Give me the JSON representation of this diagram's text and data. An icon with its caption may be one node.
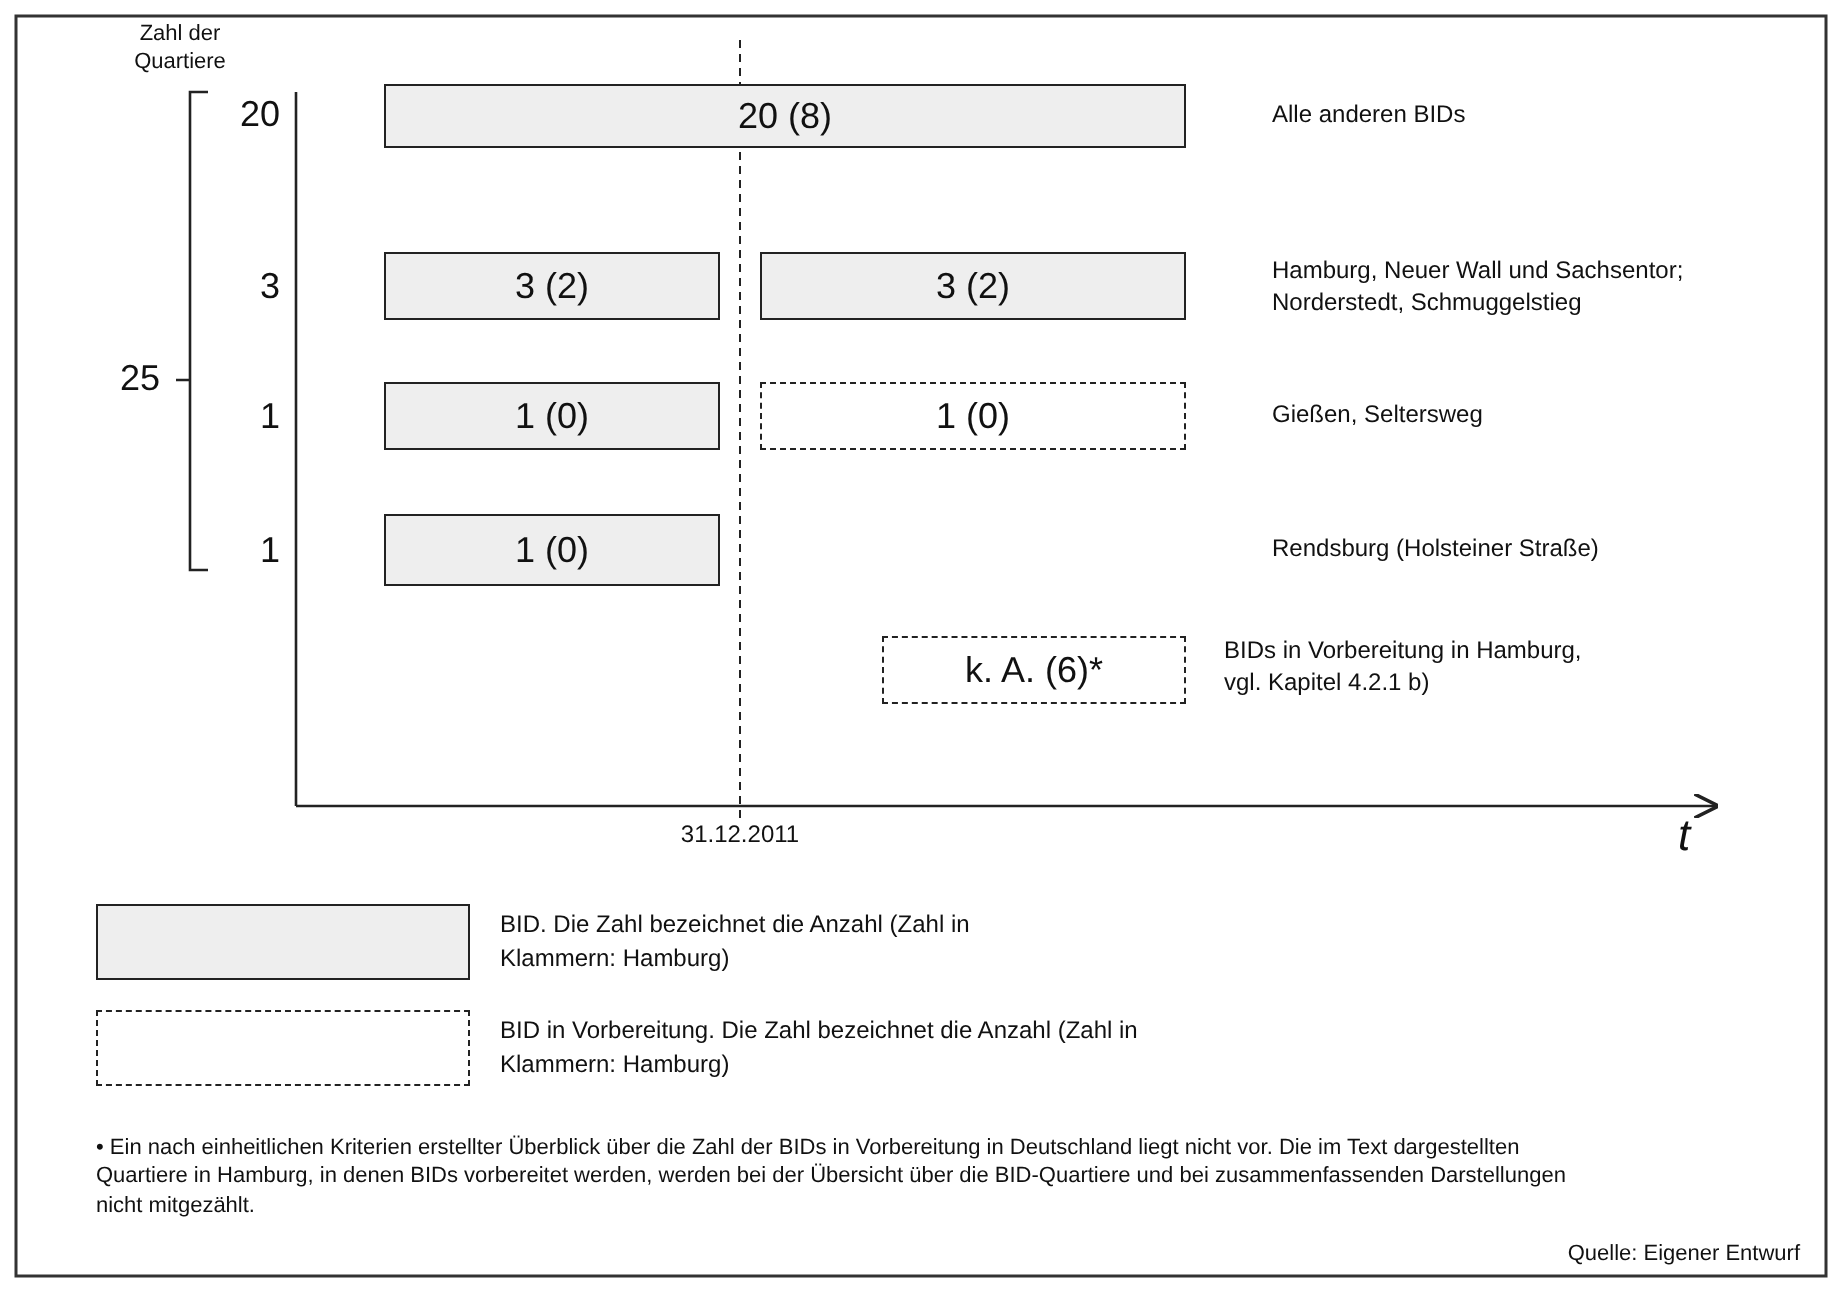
{
  "diagram": {
    "nodes": [
      {
        "text": [
          "20 (8)"
        ]
      },
      {
        "text": [
          "3 (2)"
        ]
      },
      {
        "text": [
          "3 (2)"
        ]
      },
      {
        "text": [
          "1 (0)"
        ]
      },
      {
        "text": [
          "1 (0)"
        ]
      },
      {
        "text": [
          "1 (0)"
        ]
      },
      {
        "text": [
          "k. A. (6)*"
        ]
      }
    ],
    "edges": [],
    "labels": [
      "Zahl der Quartiere",
      "20",
      "Alle anderen BIDs",
      "3",
      "Hamburg, Neuer Wall und Sachsentor; Norderstedt, Schmuggelstieg",
      "25",
      "1",
      "Gießen, Seltersweg",
      "1",
      "Rendsburg (Holsteiner Straße)",
      "BIDs in Vorbereitung in Hamburg, vgl. Kapitel 4.2.1 b)",
      "31.12.2011",
      "t",
      "• Ein nach einheitlichen Kriterien erstellter Überblick über die Zahl der BIDs in Vorbereitung in Deutschland liegt nicht vor. Die im Text dargestellten Quartiere in Hamburg, in denen BIDs vorbereitet werden, werden bei der Übersicht über die BID-Quartiere und bei zusammenfassenden Darstellungen nicht mitgezählt.",
      "Quelle: Eigener Entwurf"
    ],
    "legend": [
      {
        "text": "BID. Die Zahl bezeichnet die Anzahl (Zahl in Klammern: Hamburg)",
        "color": "#eeeeee"
      },
      {
        "text": "BID in Vorbereitung. Die Zahl bezeichnet die Anzahl (Zahl in Klammern: Hamburg)"
      }
    ]
  }
}
